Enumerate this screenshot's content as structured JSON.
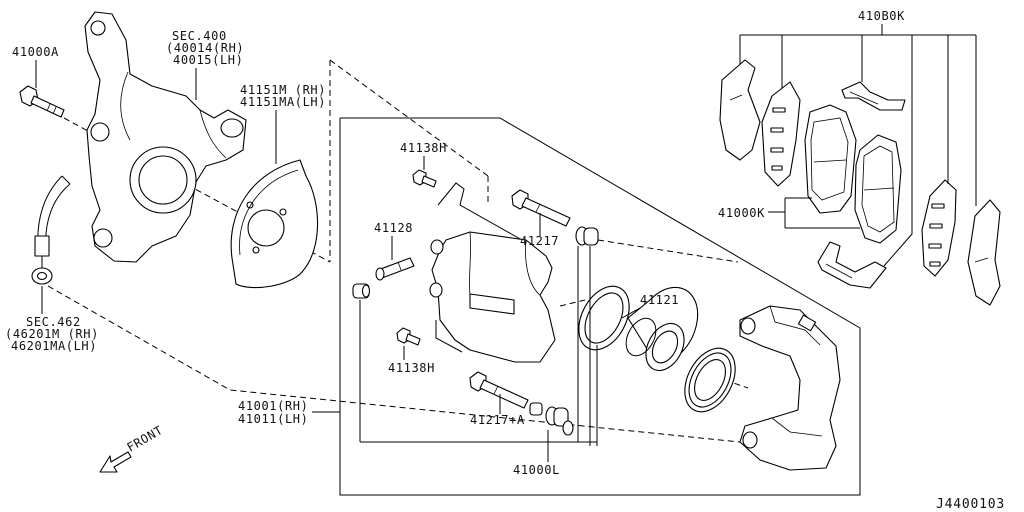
{
  "callouts": {
    "l41000a": "41000A",
    "sec400_title": "SEC.400",
    "sec400_rh": "(40014(RH)",
    "sec400_lh": "40015(LH)",
    "l41151_rh": "41151M (RH)",
    "l41151_lh": "41151MA(LH)",
    "l41138h_top": "41138H",
    "l41128": "41128",
    "l41217": "41217",
    "l41121": "41121",
    "l41138h_bottom": "41138H",
    "l41217a": "41217+A",
    "l41000l": "41000L",
    "l41001_rh": "41001(RH)",
    "l41011_lh": "41011(LH)",
    "sec462_title": "SEC.462",
    "sec462_rh": "(46201M (RH)",
    "sec462_lh": "46201MA(LH)",
    "l410b0k": "410B0K",
    "l41000k": "41000K"
  },
  "direction": {
    "label": "FRONT"
  },
  "figure_code": "J4400103",
  "colors": {
    "ink": "#000000",
    "background": "#ffffff"
  }
}
